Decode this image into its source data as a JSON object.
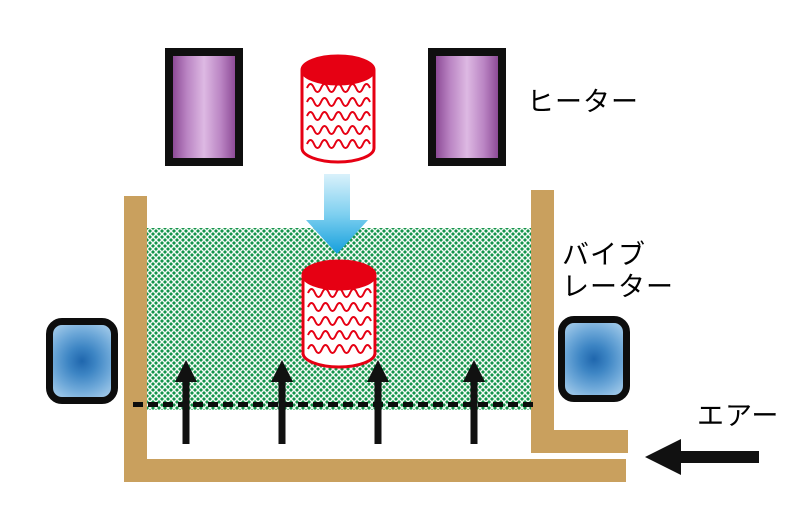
{
  "diagram": {
    "labels": {
      "heater": "ヒーター",
      "vibrator_line1": "バイブ",
      "vibrator_line2": "レーター",
      "air": "エアー"
    },
    "colors": {
      "container_tan": "#C9A05E",
      "bed_green": "#13944A",
      "heater_purple": "#B275BC",
      "heater_border": "#0F0F0F",
      "cylinder_red": "#E60013",
      "drop_arrow_blue": "#149FDC",
      "vibrator_blue": "#4F94CD",
      "flow_arrow_black": "#111111"
    }
  }
}
